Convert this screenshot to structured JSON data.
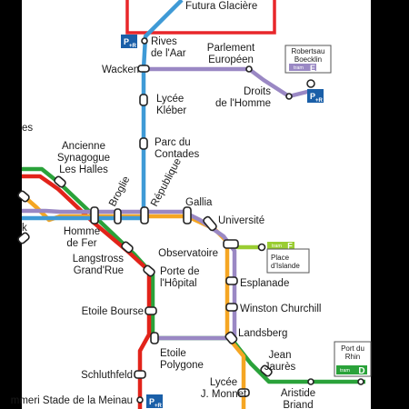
{
  "colors": {
    "line_a": "#e2231a",
    "line_b": "#f5a623",
    "line_c": "#3f9ad6",
    "line_d": "#2aa23a",
    "line_e": "#9a88c4",
    "line_f": "#9acd32",
    "park_ride": "#1a5fa8",
    "frame": "#e8262a"
  },
  "stations": {
    "futura": "Futura Glacière",
    "rives": [
      "Rives",
      "de l'Aar"
    ],
    "wacken": "Wacken",
    "parlement": [
      "Parlement",
      "Européen"
    ],
    "robertsau": [
      "Robertsau",
      "Boecklin"
    ],
    "droits": [
      "Droits",
      "de l'Homme"
    ],
    "lycee_kleber": [
      "Lycée",
      "Kléber"
    ],
    "parc_contades": [
      "Parc du",
      "Contades"
    ],
    "ancienne_synagogue": [
      "Ancienne",
      "Synagogue",
      "Les Halles"
    ],
    "broglie": "Broglie",
    "republique": "République",
    "gallia": "Gallia",
    "universite": "Université",
    "homme_de_fer": [
      "Homme",
      "de Fer"
    ],
    "langstross": [
      "Langstross",
      "Grand'Rue"
    ],
    "observatoire": "Observatoire",
    "place_islande": [
      "Place",
      "d'Islande"
    ],
    "porte_hopital": [
      "Porte de",
      "l'Hôpital"
    ],
    "esplanade": "Esplanade",
    "etoile_bourse": "Etoile Bourse",
    "winston": "Winston Churchill",
    "landsberg": "Landsberg",
    "etoile_polygone": [
      "Etoile",
      "Polygone"
    ],
    "jean_jaures": [
      "Jean",
      "Jaurès"
    ],
    "port_du_rhin": [
      "Port du",
      "Rhin"
    ],
    "schluthfeld": "Schluthfeld",
    "lycee_monnet": [
      "Lycée",
      "J. Monnet"
    ],
    "aristide_briand": [
      "Aristide",
      "Briand"
    ],
    "stade_meinau": "mmeri Stade de la Meinau",
    "left_es": "es",
    "left_k": "k"
  },
  "line_badges": {
    "e": "E",
    "f": "F",
    "d": "D",
    "tram": "tram"
  },
  "park_ride": {
    "p": "P",
    "r": "+R"
  }
}
